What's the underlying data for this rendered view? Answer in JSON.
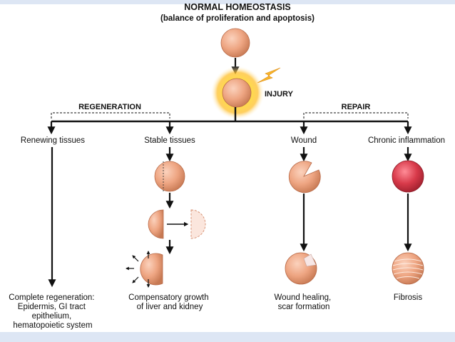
{
  "header": {
    "title": "NORMAL HOMEOSTASIS",
    "subtitle": "(balance of proliferation and apoptosis)"
  },
  "injury_label": "INJURY",
  "branches": {
    "regeneration": "REGENERATION",
    "repair": "REPAIR"
  },
  "tissues": {
    "renewing": "Renewing tissues",
    "stable": "Stable tissues",
    "wound": "Wound",
    "chronic": "Chronic inflammation"
  },
  "outcomes": {
    "complete_regeneration": [
      "Complete regeneration:",
      "Epidermis, GI tract",
      "epithelium,",
      "hematopoietic system"
    ],
    "compensatory_growth": [
      "Compensatory growth",
      "of liver and kidney"
    ],
    "wound_healing": [
      "Wound healing,",
      "scar formation"
    ],
    "fibrosis": [
      "Fibrosis"
    ]
  },
  "colors": {
    "cell_fill": "#eea582",
    "cell_edge": "#b86a48",
    "inflamed_cell": "#d83a4a",
    "glow": "#ffd23c",
    "lightning": "#f7b52a",
    "frame": "#dde6f4"
  }
}
